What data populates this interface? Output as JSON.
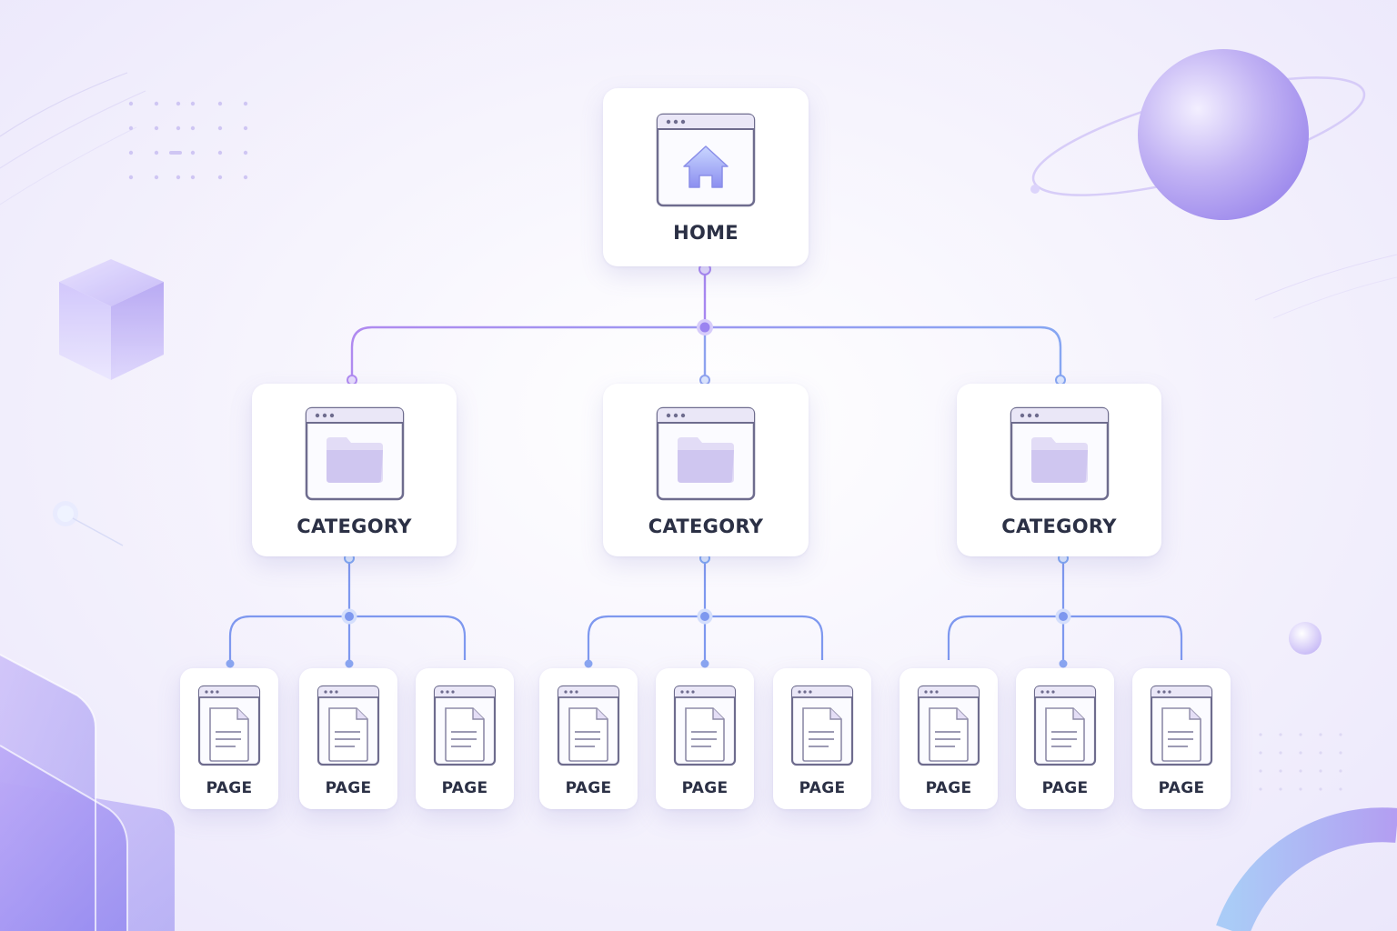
{
  "colors": {
    "line_purple": "#a787f0",
    "line_blue": "#7e98ef",
    "node_fill": "#8d8ef0",
    "card_bg": "#ffffff",
    "label_text": "#2b3045",
    "icon_frame": "#6e6c8e"
  },
  "home": {
    "label": "HOME",
    "icon": "home-icon"
  },
  "categories": [
    {
      "label": "CATEGORY",
      "icon": "folder-icon",
      "pages": [
        {
          "label": "PAGE",
          "icon": "document-icon"
        },
        {
          "label": "PAGE",
          "icon": "document-icon"
        },
        {
          "label": "PAGE",
          "icon": "document-icon"
        }
      ]
    },
    {
      "label": "CATEGORY",
      "icon": "folder-icon",
      "pages": [
        {
          "label": "PAGE",
          "icon": "document-icon"
        },
        {
          "label": "PAGE",
          "icon": "document-icon"
        },
        {
          "label": "PAGE",
          "icon": "document-icon"
        }
      ]
    },
    {
      "label": "CATEGORY",
      "icon": "folder-icon",
      "pages": [
        {
          "label": "PAGE",
          "icon": "document-icon"
        },
        {
          "label": "PAGE",
          "icon": "document-icon"
        },
        {
          "label": "PAGE",
          "icon": "document-icon"
        }
      ]
    }
  ]
}
